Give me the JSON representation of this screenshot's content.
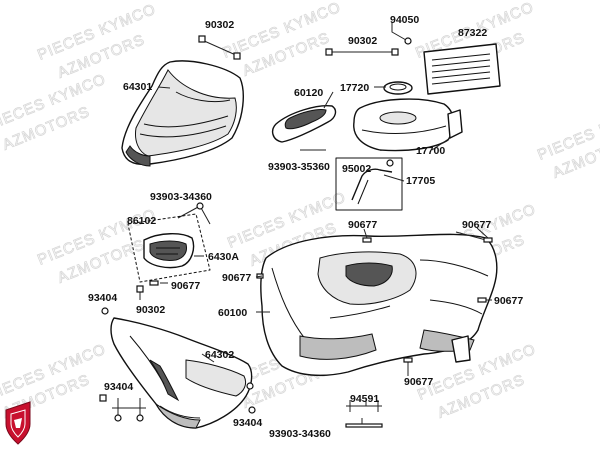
{
  "watermark": {
    "line1": "PIECES KYMCO",
    "line2": "AZMOTORS"
  },
  "labels": {
    "p90302_top": "90302",
    "p94050": "94050",
    "p87322": "87322",
    "p90302_mid": "90302",
    "p64301": "64301",
    "p60120": "60120",
    "p17720": "17720",
    "p17700": "17700",
    "p93903_35360": "93903-35360",
    "p95002": "95002",
    "p17705": "17705",
    "p93903_34360_top": "93903-34360",
    "p86102": "86102",
    "p6430A": "6430A",
    "p90677_a": "90677",
    "p90677_b": "90677",
    "p90677_c": "90677",
    "p90677_d": "90677",
    "p90677_e": "90677",
    "p90677_f": "90677",
    "p93404_a": "93404",
    "p90302_low": "90302",
    "p60100": "60100",
    "p64302": "64302",
    "p93404_b": "93404",
    "p93404_c": "93404",
    "p94591": "94591",
    "p93903_34360_bot": "93903-34360"
  },
  "logo": {
    "name": "kymco-shield-logo"
  }
}
